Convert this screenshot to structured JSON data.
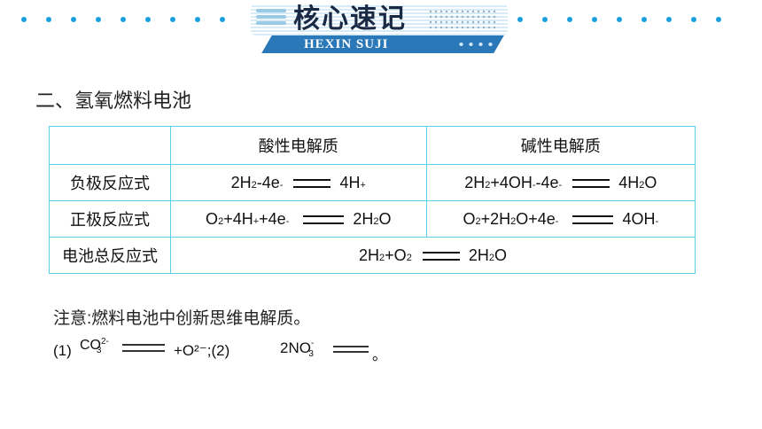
{
  "header": {
    "title": "核心速记",
    "subtitle": "HEXIN SUJI"
  },
  "section_title": "二、氢氧燃料电池",
  "table": {
    "header_acid": "酸性电解质",
    "header_base": "碱性电解质",
    "rows": [
      {
        "label": "负极反应式"
      },
      {
        "label": "正极反应式"
      },
      {
        "label": "电池总反应式"
      }
    ]
  },
  "note": {
    "text": "注意:燃料电池中创新思维电解质。",
    "item1_label": "(1)",
    "item1_tail": "+O²⁻;(2)",
    "item2_end": "。"
  },
  "colors": {
    "dot_blue": "#1aa0e0",
    "table_border": "#59d0e8",
    "badge_bar": "#2a78b8"
  }
}
